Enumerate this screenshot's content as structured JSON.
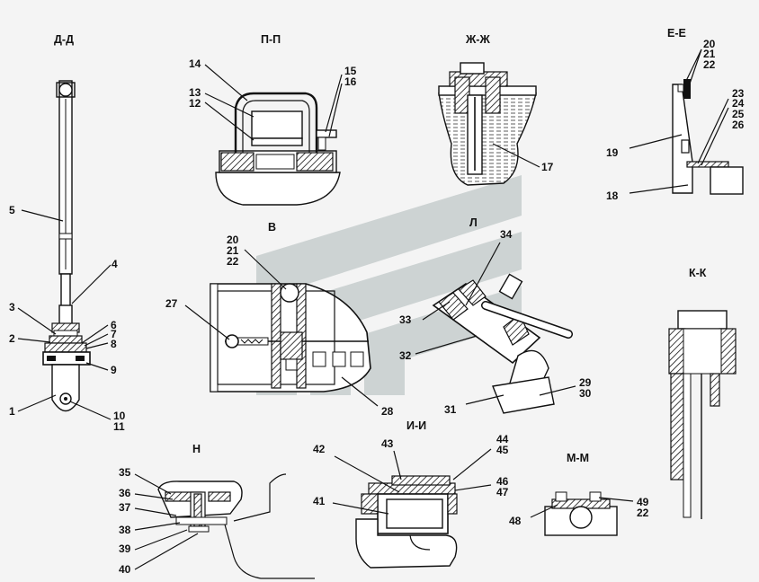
{
  "views": {
    "dd": "Д-Д",
    "pp": "П-П",
    "zhzh": "Ж-Ж",
    "ee": "Е-Е",
    "v": "В",
    "l": "Л",
    "kk": "К-К",
    "n": "Н",
    "ii": "И-И",
    "mm": "М-М"
  },
  "callouts": {
    "c1": "1",
    "c2": "2",
    "c3": "3",
    "c4": "4",
    "c5": "5",
    "c6": "6",
    "c7": "7",
    "c8": "8",
    "c9": "9",
    "c10": "10",
    "c11": "11",
    "c12": "12",
    "c13": "13",
    "c14": "14",
    "c15": "15",
    "c16": "16",
    "c17": "17",
    "c18": "18",
    "c19": "19",
    "c20": "20",
    "c21": "21",
    "c22": "22",
    "c23": "23",
    "c24": "24",
    "c25": "25",
    "c26": "26",
    "c20b": "20",
    "c21b": "21",
    "c22b": "22",
    "c27": "27",
    "c28": "28",
    "c29": "29",
    "c30": "30",
    "c31": "31",
    "c32": "32",
    "c33": "33",
    "c34": "34",
    "c35": "35",
    "c36": "36",
    "c37": "37",
    "c38": "38",
    "c39": "39",
    "c40": "40",
    "c41": "41",
    "c42": "42",
    "c43": "43",
    "c44": "44",
    "c45": "45",
    "c46": "46",
    "c47": "47",
    "c48": "48",
    "c49": "49",
    "c22c": "22"
  }
}
